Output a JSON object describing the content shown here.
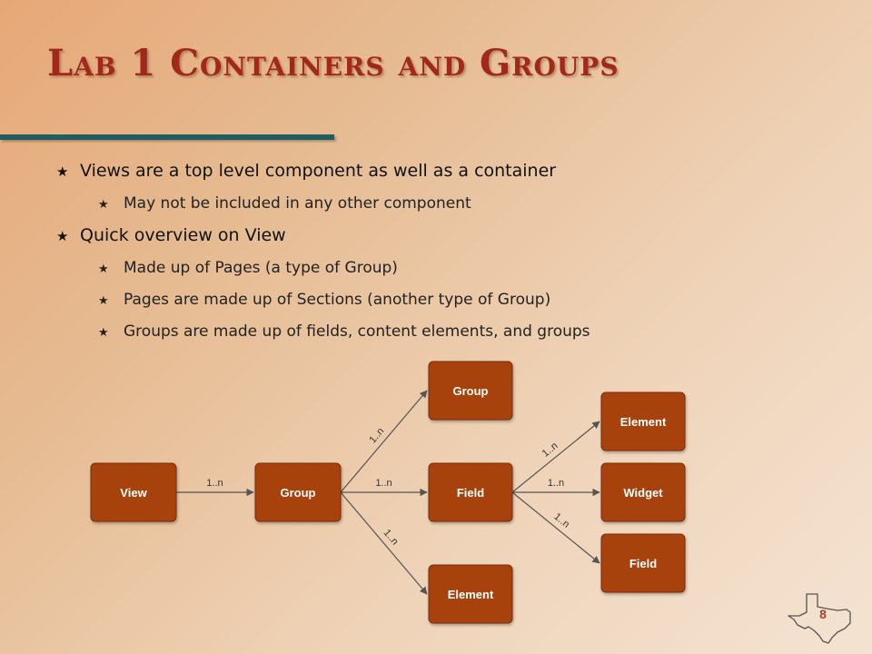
{
  "slide": {
    "title": "Lab 1 Containers and Groups",
    "page_number": "8"
  },
  "bullets": [
    {
      "text": "Views are a top level component  as well as a container"
    },
    {
      "text": "May not be included in any other component"
    },
    {
      "text": "Quick overview on View"
    },
    {
      "text": "Made up of Pages (a type of Group)"
    },
    {
      "text": "Pages are made up of Sections (another type of Group)"
    },
    {
      "text": "Groups are made up of fields, content elements, and groups"
    }
  ],
  "diagram": {
    "nodes": [
      {
        "id": "view",
        "label": "View"
      },
      {
        "id": "group-main",
        "label": "Group"
      },
      {
        "id": "group-child",
        "label": "Group"
      },
      {
        "id": "field-child",
        "label": "Field"
      },
      {
        "id": "element-child",
        "label": "Element"
      },
      {
        "id": "element-leaf",
        "label": "Element"
      },
      {
        "id": "widget-leaf",
        "label": "Widget"
      },
      {
        "id": "field-leaf",
        "label": "Field"
      }
    ],
    "edges": [
      {
        "from": "view",
        "to": "group-main",
        "label": "1..n"
      },
      {
        "from": "group-main",
        "to": "group-child",
        "label": "1..n"
      },
      {
        "from": "group-main",
        "to": "field-child",
        "label": "1..n"
      },
      {
        "from": "group-main",
        "to": "element-child",
        "label": "1..n"
      },
      {
        "from": "field-child",
        "to": "element-leaf",
        "label": "1..n"
      },
      {
        "from": "field-child",
        "to": "widget-leaf",
        "label": "1..n"
      },
      {
        "from": "field-child",
        "to": "field-leaf",
        "label": "1..n"
      }
    ],
    "colors": {
      "node_fill": "#a8420f",
      "node_stroke": "#7a2c08",
      "edge": "#555555"
    }
  },
  "icons": {
    "bullet": "star-icon",
    "footer": "texas-outline-icon"
  }
}
